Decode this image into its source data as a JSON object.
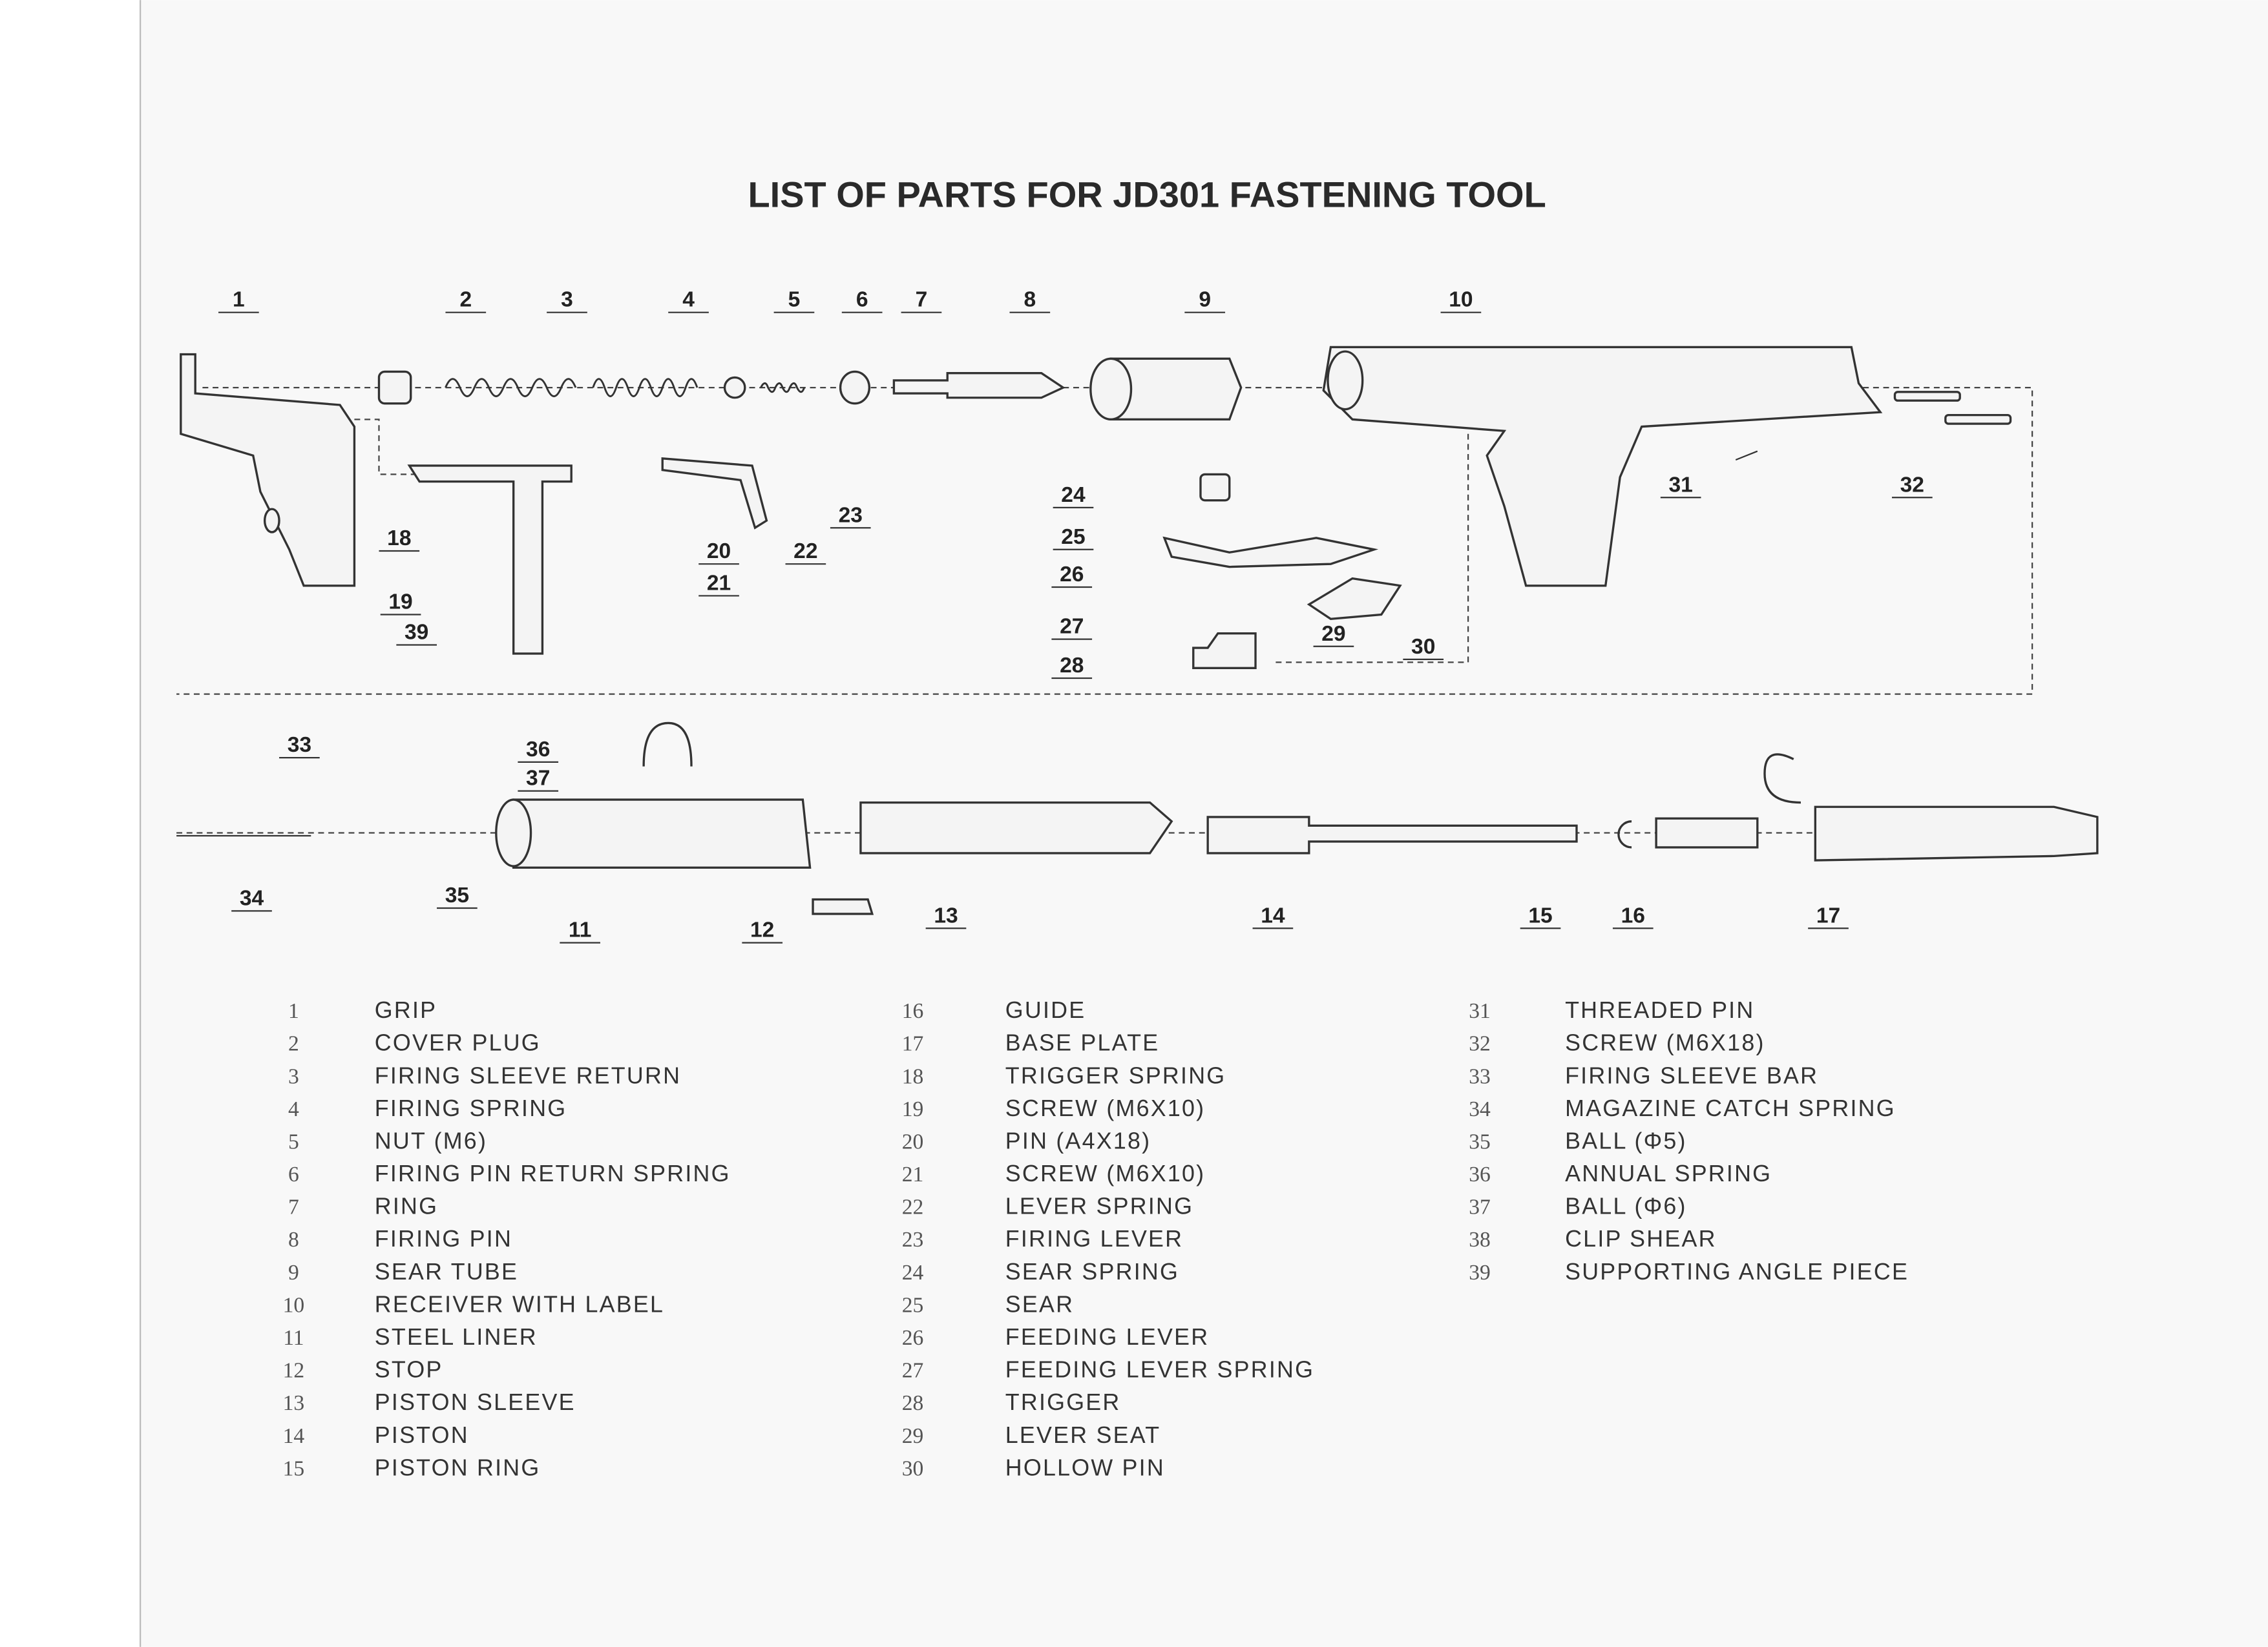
{
  "title": "LIST OF PARTS FOR JD301 FASTENING TOOL",
  "callouts": [
    "1",
    "2",
    "3",
    "4",
    "5",
    "6",
    "7",
    "8",
    "9",
    "10",
    "18",
    "19",
    "39",
    "20",
    "21",
    "22",
    "23",
    "24",
    "25",
    "26",
    "27",
    "28",
    "29",
    "30",
    "31",
    "32",
    "33",
    "36",
    "37",
    "34",
    "35",
    "11",
    "12",
    "13",
    "14",
    "15",
    "16",
    "17"
  ],
  "parts": [
    {
      "no": "1",
      "name": "GRIP"
    },
    {
      "no": "2",
      "name": "COVER PLUG"
    },
    {
      "no": "3",
      "name": "FIRING SLEEVE RETURN"
    },
    {
      "no": "4",
      "name": "FIRING SPRING"
    },
    {
      "no": "5",
      "name": "NUT (M6)"
    },
    {
      "no": "6",
      "name": "FIRING PIN RETURN SPRING"
    },
    {
      "no": "7",
      "name": "RING"
    },
    {
      "no": "8",
      "name": "FIRING PIN"
    },
    {
      "no": "9",
      "name": "SEAR TUBE"
    },
    {
      "no": "10",
      "name": "RECEIVER WITH LABEL"
    },
    {
      "no": "11",
      "name": "STEEL LINER"
    },
    {
      "no": "12",
      "name": "STOP"
    },
    {
      "no": "13",
      "name": "PISTON SLEEVE"
    },
    {
      "no": "14",
      "name": "PISTON"
    },
    {
      "no": "15",
      "name": "PISTON RING"
    },
    {
      "no": "16",
      "name": "GUIDE"
    },
    {
      "no": "17",
      "name": "BASE PLATE"
    },
    {
      "no": "18",
      "name": "TRIGGER SPRING"
    },
    {
      "no": "19",
      "name": "SCREW (M6X10)"
    },
    {
      "no": "20",
      "name": "PIN (A4X18)"
    },
    {
      "no": "21",
      "name": "SCREW (M6X10)"
    },
    {
      "no": "22",
      "name": "LEVER SPRING"
    },
    {
      "no": "23",
      "name": "FIRING LEVER"
    },
    {
      "no": "24",
      "name": "SEAR SPRING"
    },
    {
      "no": "25",
      "name": "SEAR"
    },
    {
      "no": "26",
      "name": "FEEDING LEVER"
    },
    {
      "no": "27",
      "name": "FEEDING LEVER SPRING"
    },
    {
      "no": "28",
      "name": "TRIGGER"
    },
    {
      "no": "29",
      "name": "LEVER SEAT"
    },
    {
      "no": "30",
      "name": "HOLLOW PIN"
    },
    {
      "no": "31",
      "name": "THREADED PIN"
    },
    {
      "no": "32",
      "name": "SCREW (M6X18)"
    },
    {
      "no": "33",
      "name": "FIRING SLEEVE BAR"
    },
    {
      "no": "34",
      "name": "MAGAZINE CATCH SPRING"
    },
    {
      "no": "35",
      "name": "BALL (Φ5)"
    },
    {
      "no": "36",
      "name": "ANNUAL SPRING"
    },
    {
      "no": "37",
      "name": "BALL (Φ6)"
    },
    {
      "no": "38",
      "name": "CLIP SHEAR"
    },
    {
      "no": "39",
      "name": "SUPPORTING ANGLE PIECE"
    }
  ]
}
